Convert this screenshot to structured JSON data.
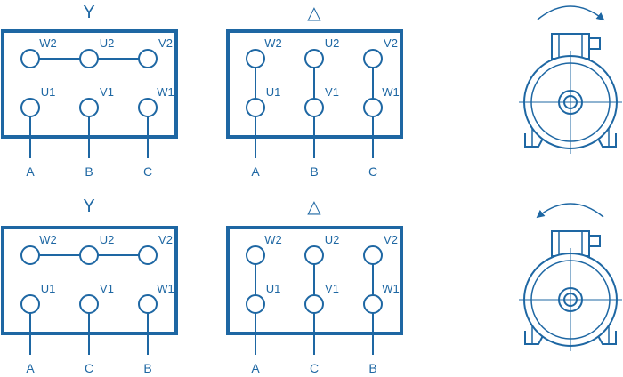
{
  "colors": {
    "stroke": "#1e67a3",
    "background": "#ffffff"
  },
  "panels": [
    {
      "symbol": "Y",
      "terminals_top": [
        "W2",
        "U2",
        "V2"
      ],
      "terminals_bottom": [
        "U1",
        "V1",
        "W1"
      ],
      "connection": "star",
      "lines": [
        "A",
        "B",
        "C"
      ]
    },
    {
      "symbol": "△",
      "terminals_top": [
        "W2",
        "U2",
        "V2"
      ],
      "terminals_bottom": [
        "U1",
        "V1",
        "W1"
      ],
      "connection": "delta",
      "lines": [
        "A",
        "B",
        "C"
      ]
    },
    {
      "symbol": "Y",
      "terminals_top": [
        "W2",
        "U2",
        "V2"
      ],
      "terminals_bottom": [
        "U1",
        "V1",
        "W1"
      ],
      "connection": "star",
      "lines": [
        "A",
        "C",
        "B"
      ]
    },
    {
      "symbol": "△",
      "terminals_top": [
        "W2",
        "U2",
        "V2"
      ],
      "terminals_bottom": [
        "U1",
        "V1",
        "W1"
      ],
      "connection": "delta",
      "lines": [
        "A",
        "C",
        "B"
      ]
    }
  ],
  "motors": [
    {
      "rotation": "clockwise"
    },
    {
      "rotation": "counterclockwise"
    }
  ]
}
